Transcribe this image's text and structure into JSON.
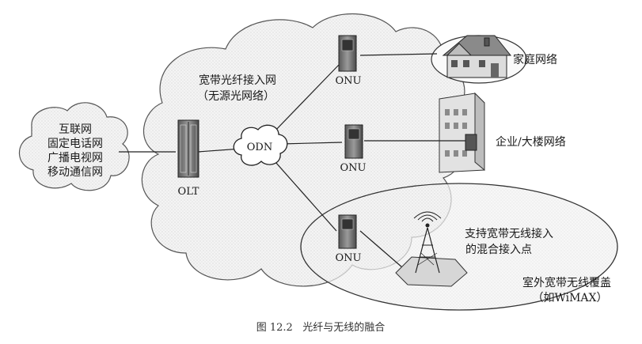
{
  "figure": {
    "caption": "图 12.2   光纤与无线的融合"
  },
  "networks": {
    "internet": "互联网",
    "phone": "固定电话网",
    "tv": "广播电视网",
    "mobile": "移动通信网"
  },
  "pon": {
    "title_line1": "宽带光纤接入网",
    "title_line2": "（无源光网络）"
  },
  "nodes": {
    "olt": "OLT",
    "odn": "ODN",
    "onu_top": "ONU",
    "onu_mid": "ONU",
    "onu_bottom": "ONU"
  },
  "endpoints": {
    "home": "家庭网络",
    "enterprise": "企业/大楼网络",
    "hybrid_line1": "支持宽带无线接入",
    "hybrid_line2": "的混合接入点",
    "wireless_line1": "室外宽带无线覆盖",
    "wireless_line2": "（如WiMAX）"
  }
}
